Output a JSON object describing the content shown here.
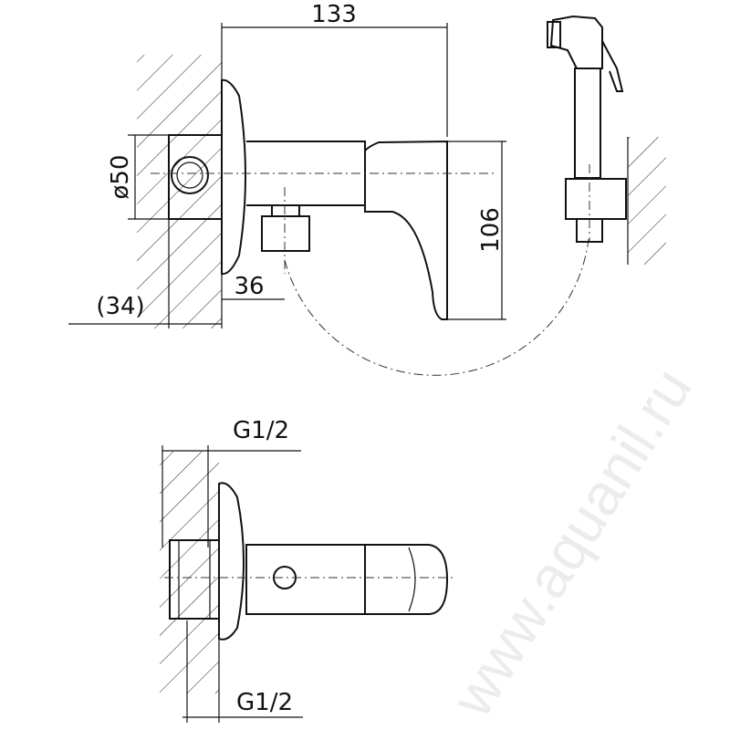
{
  "dimensions": {
    "width_total": "133",
    "diameter": "ø50",
    "height": "106",
    "outlet_offset": "36",
    "wall_depth": "(34)",
    "thread_top": "G1/2",
    "thread_bottom": "G1/2"
  },
  "watermark": "www.aquanil.ru"
}
